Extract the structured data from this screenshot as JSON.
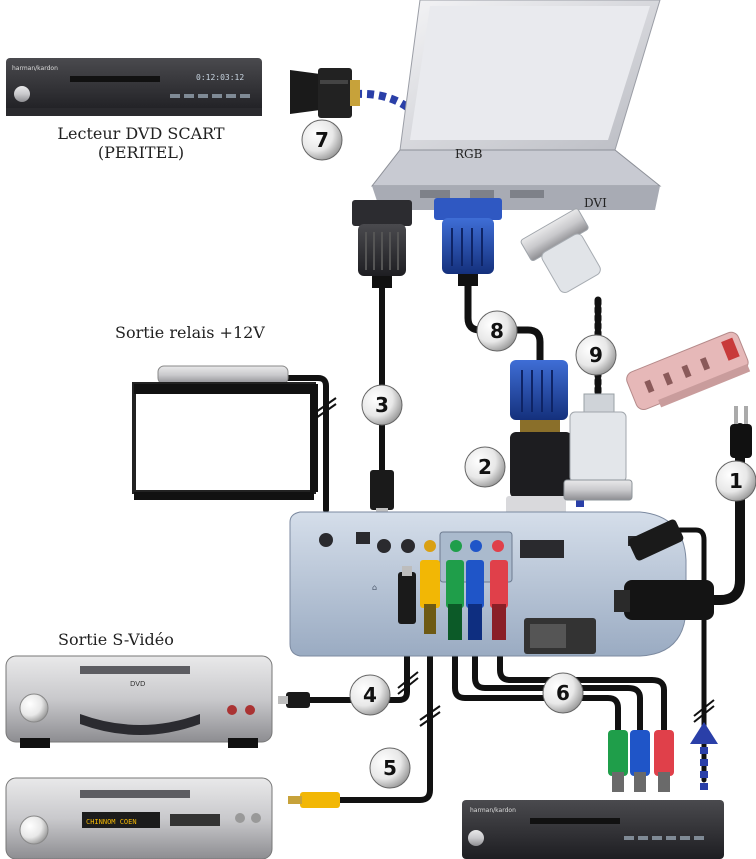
{
  "labels": {
    "dvd_scart_line1": "Lecteur DVD SCART",
    "dvd_scart_line2": "(PERITEL)",
    "rgb": "RGB",
    "dvi": "DVI",
    "relay": "Sortie relais +12V",
    "svideo": "Sortie S-Vidéo"
  },
  "markers": {
    "m1": "1",
    "m2": "2",
    "m3": "3",
    "m4": "4",
    "m5": "5",
    "m6": "6",
    "m7": "7",
    "m8": "8",
    "m9": "9"
  },
  "brand": "harman/kardon",
  "player_display": "0:12:03:12",
  "vcr_display": "CHINNOM COEN",
  "dvd_logo": "DVD",
  "colors": {
    "cable_black": "#111111",
    "arrow_blue": "#2a3fa8",
    "vga_blue": "#1f48b0",
    "projector_body": "#b9c6d8",
    "rca_yellow": "#f2b705",
    "rca_green": "#1f9e4a",
    "rca_blue": "#1f55c8",
    "rca_red": "#e0404a",
    "power_strip": "#e6b8b8",
    "dvi_gray": "#d6dbe0"
  }
}
